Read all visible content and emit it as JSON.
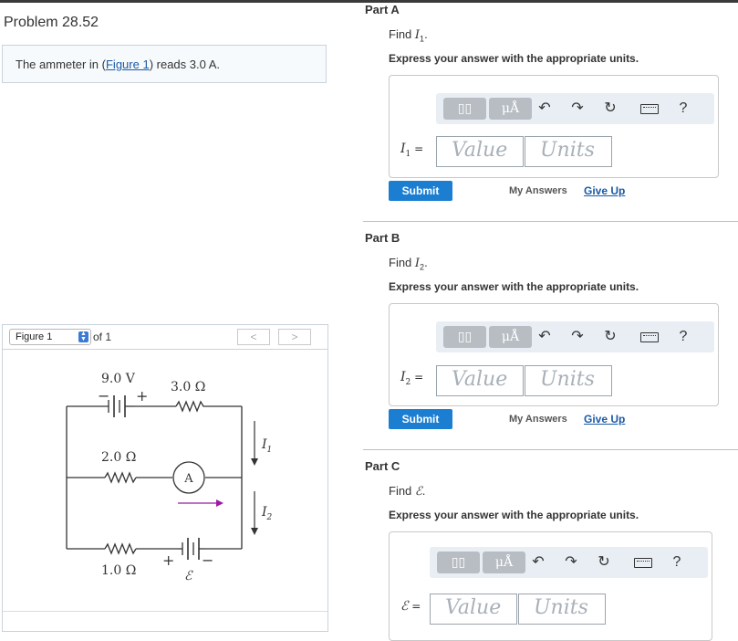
{
  "problem": {
    "title": "Problem 28.52",
    "statement_pre": "The ammeter in (",
    "statement_link": "Figure 1",
    "statement_post": ") reads 3.0 A."
  },
  "figure": {
    "select_label": "Figure 1",
    "of_label": "of 1",
    "prev_label": "<",
    "next_label": ">",
    "labels": {
      "v9": "9.0 V",
      "r3": "3.0 Ω",
      "r2": "2.0 Ω",
      "r1": "1.0 Ω",
      "ammeter": "A",
      "emf": "ℰ",
      "i1": "I",
      "i1_sub": "1",
      "i2": "I",
      "i2_sub": "2",
      "plus_top": "+",
      "minus_top": "−",
      "plus_bottom": "+",
      "minus_bottom": "−"
    }
  },
  "parts": [
    {
      "title": "Part A",
      "find_prefix": "Find ",
      "find_symbol": "I",
      "find_sub": "1",
      "find_suffix": ".",
      "express": "Express your answer with the appropriate units.",
      "label": "I",
      "label_sub": "1",
      "label_eq": " =",
      "value_placeholder": "Value",
      "units_placeholder": "Units",
      "submit": "Submit",
      "my_answers": "My Answers",
      "give_up": "Give Up"
    },
    {
      "title": "Part B",
      "find_prefix": "Find ",
      "find_symbol": "I",
      "find_sub": "2",
      "find_suffix": ".",
      "express": "Express your answer with the appropriate units.",
      "label": "I",
      "label_sub": "2",
      "label_eq": " =",
      "value_placeholder": "Value",
      "units_placeholder": "Units",
      "submit": "Submit",
      "my_answers": "My Answers",
      "give_up": "Give Up"
    },
    {
      "title": "Part C",
      "find_prefix": "Find ",
      "find_symbol": "ℰ",
      "find_sub": "",
      "find_suffix": ".",
      "express": "Express your answer with the appropriate units.",
      "label": "ℰ",
      "label_sub": "",
      "label_eq": " =",
      "value_placeholder": "Value",
      "units_placeholder": "Units"
    }
  ],
  "toolbar": {
    "units_button": "μÅ",
    "help": "?",
    "icons": [
      "templates-icon",
      "units-icon",
      "undo-icon",
      "redo-icon",
      "reset-icon",
      "keyboard-icon",
      "help-icon"
    ]
  },
  "colors": {
    "accent": "#1b7ed1",
    "link": "#1a5aa6",
    "toolbar_bg": "#e8eef3",
    "current_arrow": "#9b1ba3"
  }
}
